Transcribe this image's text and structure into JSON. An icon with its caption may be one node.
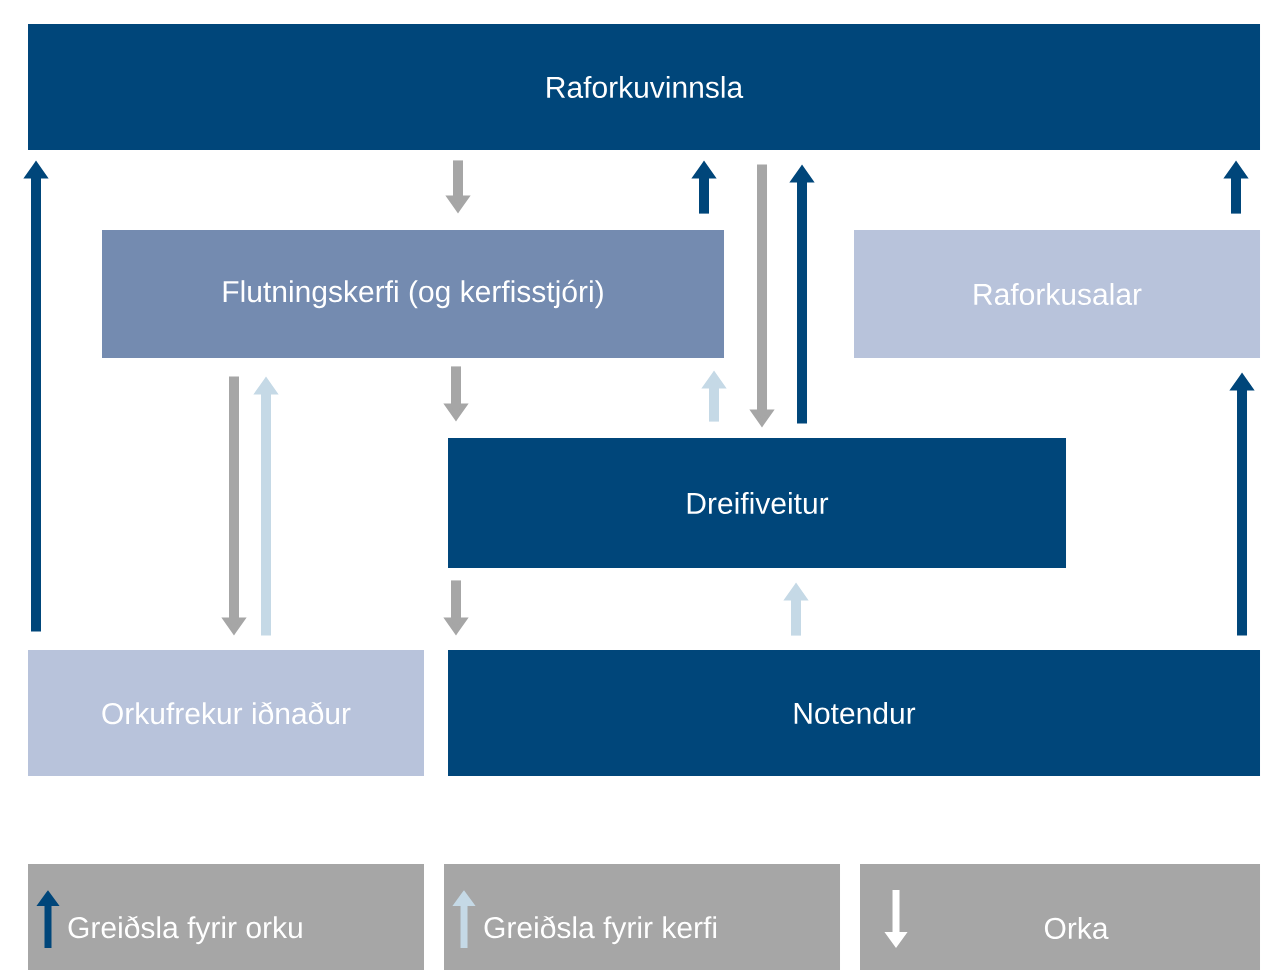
{
  "diagram": {
    "nodes": [
      {
        "text": [
          "Raforkuvinnsla"
        ]
      },
      {
        "text": [
          "Flutningskerfi (og kerfisstjóri)"
        ]
      },
      {
        "text": [
          "Raforkusalar"
        ]
      },
      {
        "text": [
          "Dreifiveitur"
        ]
      },
      {
        "text": [
          "Orkufrekur iðnaður"
        ]
      },
      {
        "text": [
          "Notendur"
        ]
      }
    ],
    "edges": [
      {
        "from": 4,
        "to": 0,
        "arrow": "to",
        "color": "#00467a"
      },
      {
        "from": 0,
        "to": 1,
        "arrow": "to",
        "color": "#a6a6a6"
      },
      {
        "from": 1,
        "to": 0,
        "arrow": "to",
        "color": "#00467a"
      },
      {
        "from": 0,
        "to": 3,
        "arrow": "to",
        "color": "#a6a6a6"
      },
      {
        "from": 3,
        "to": 0,
        "arrow": "to",
        "color": "#00467a"
      },
      {
        "from": 2,
        "to": 0,
        "arrow": "to",
        "color": "#00467a"
      },
      {
        "from": 1,
        "to": 4,
        "arrow": "to",
        "color": "#a6a6a6"
      },
      {
        "from": 4,
        "to": 1,
        "arrow": "to",
        "color": "#c5d9e6"
      },
      {
        "from": 1,
        "to": 3,
        "arrow": "to",
        "color": "#a6a6a6"
      },
      {
        "from": 3,
        "to": 1,
        "arrow": "to",
        "color": "#c5d9e6"
      },
      {
        "from": 5,
        "to": 2,
        "arrow": "to",
        "color": "#00467a"
      },
      {
        "from": 3,
        "to": 5,
        "arrow": "to",
        "color": "#a6a6a6"
      },
      {
        "from": 5,
        "to": 3,
        "arrow": "to",
        "color": "#c5d9e6"
      }
    ],
    "legend": [
      {
        "text": "Greiðsla fyrir orku"
      },
      {
        "text": "Greiðsla fyrir kerfi"
      },
      {
        "text": "Orka"
      }
    ]
  }
}
